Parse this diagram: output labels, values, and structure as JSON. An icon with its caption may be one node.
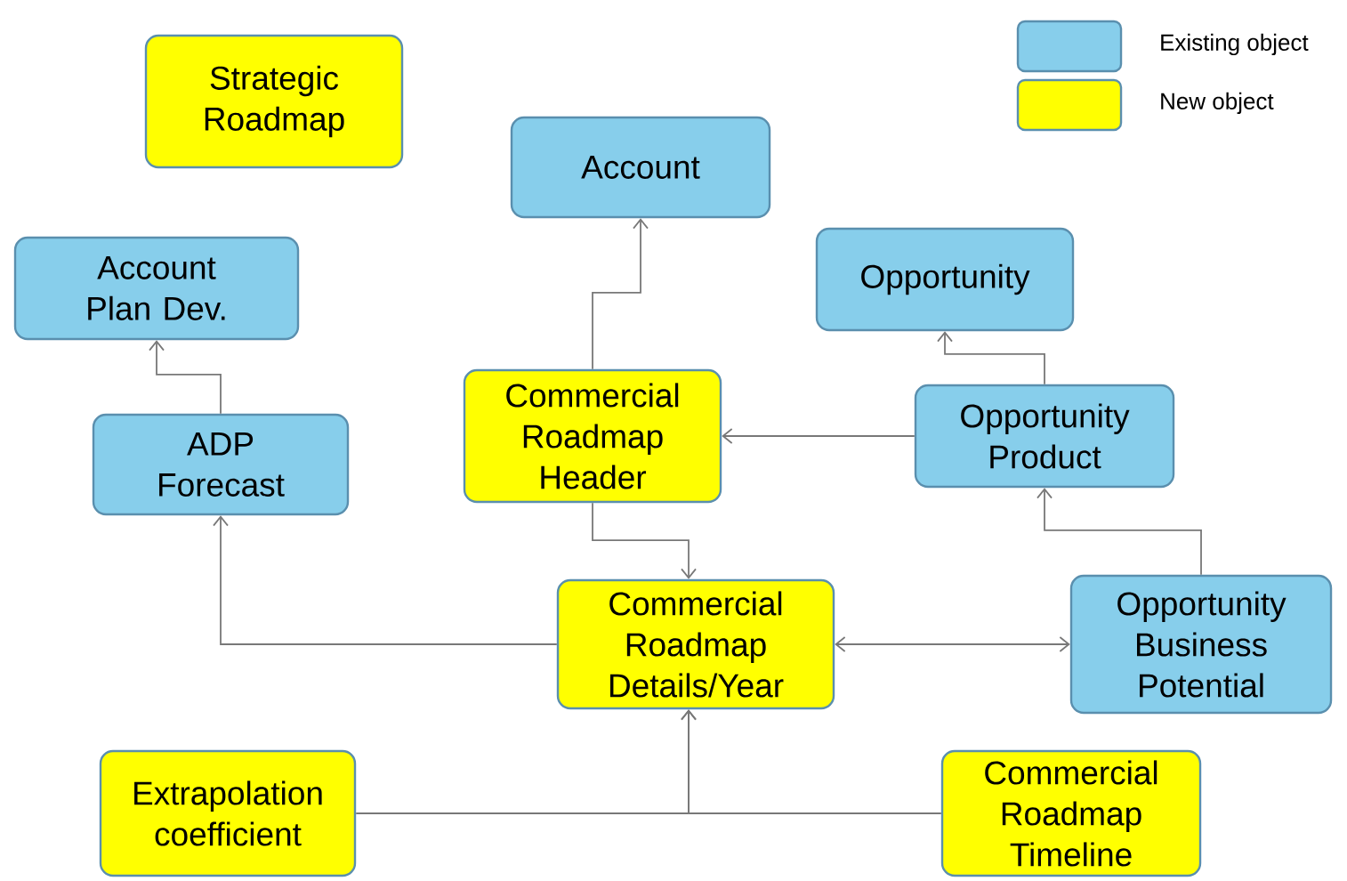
{
  "diagram": {
    "nodes": [
      {
        "text": [
          "Strategic Roadmap"
        ]
      },
      {
        "text": [
          "Account"
        ]
      },
      {
        "text": [
          "Account Plan Dev."
        ]
      },
      {
        "text": [
          "Opportunity"
        ]
      },
      {
        "text": [
          "Commercial Roadmap Header"
        ]
      },
      {
        "text": [
          "ADP Forecast"
        ]
      },
      {
        "text": [
          "Opportunity Product"
        ]
      },
      {
        "text": [
          "Commercial Roadmap Details/Year"
        ]
      },
      {
        "text": [
          "Opportunity Business Potential"
        ]
      },
      {
        "text": [
          "Extrapolation coefficient"
        ]
      },
      {
        "text": [
          "Commercial Roadmap Timeline"
        ]
      }
    ],
    "edges": [
      {
        "from": 4,
        "to": 1,
        "arrow": "to"
      },
      {
        "from": 5,
        "to": 2,
        "arrow": "to"
      },
      {
        "from": 6,
        "to": 3,
        "arrow": "to"
      },
      {
        "from": 6,
        "to": 4,
        "arrow": "to"
      },
      {
        "from": 4,
        "to": 7,
        "arrow": "to"
      },
      {
        "from": 7,
        "to": 5,
        "arrow": "to"
      },
      {
        "from": 7,
        "to": 8,
        "arrow": "both"
      },
      {
        "from": 8,
        "to": 6,
        "arrow": "to"
      },
      {
        "from": 9,
        "to": 7,
        "arrow": "to"
      },
      {
        "from": 10,
        "to": 7,
        "arrow": "to"
      }
    ],
    "legend": [
      {
        "text": "Existing object",
        "color": "#87ceeb"
      },
      {
        "text": "New object",
        "color": "#ffff00"
      }
    ]
  }
}
